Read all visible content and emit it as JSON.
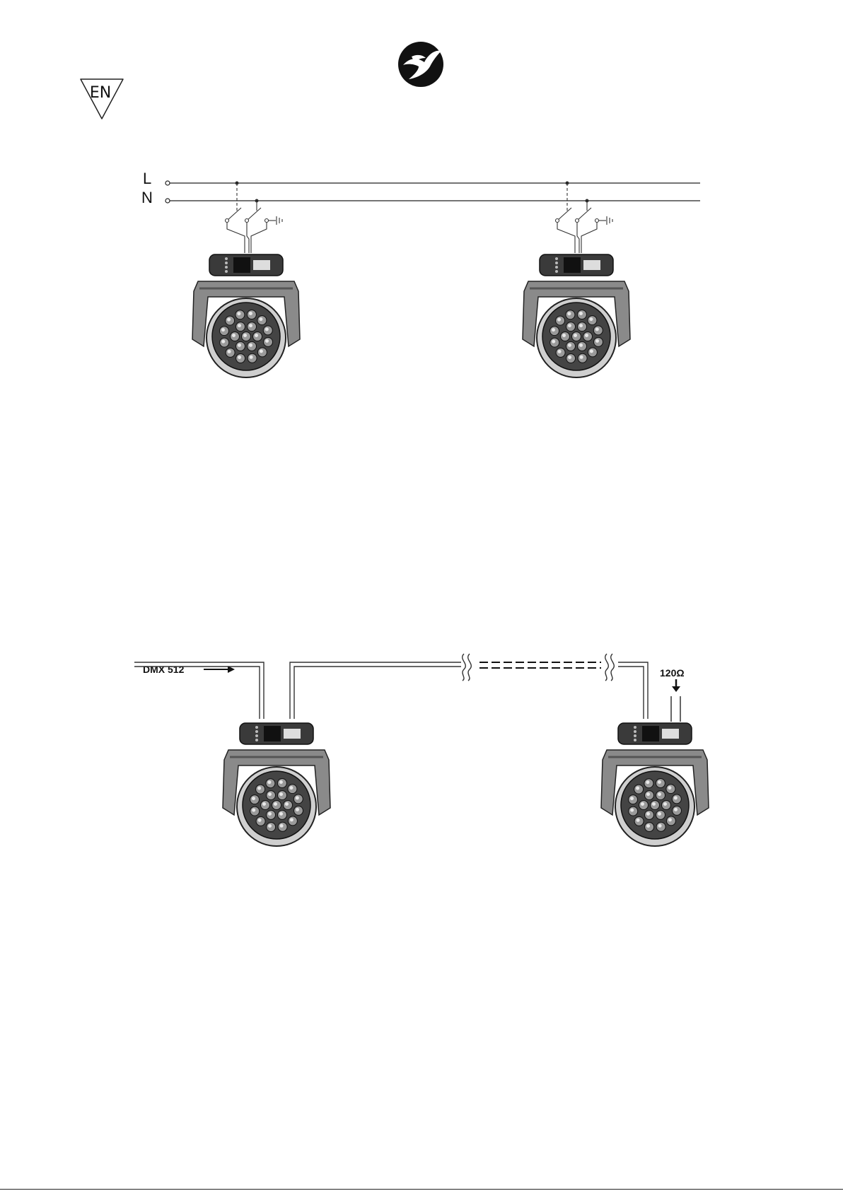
{
  "header": {
    "language_code": "EN",
    "logo_icon": "bird-logo-icon"
  },
  "power_diagram": {
    "line_label": "L",
    "neutral_label": "N",
    "fixture_count": 2,
    "fixture_icon": "moving-head-fixture-icon",
    "ground_icon": "ground-symbol-icon"
  },
  "dmx_diagram": {
    "input_label": "DMX 512",
    "terminator_label": "120Ω",
    "fixture_count": 2,
    "fixture_icon": "moving-head-fixture-icon"
  }
}
